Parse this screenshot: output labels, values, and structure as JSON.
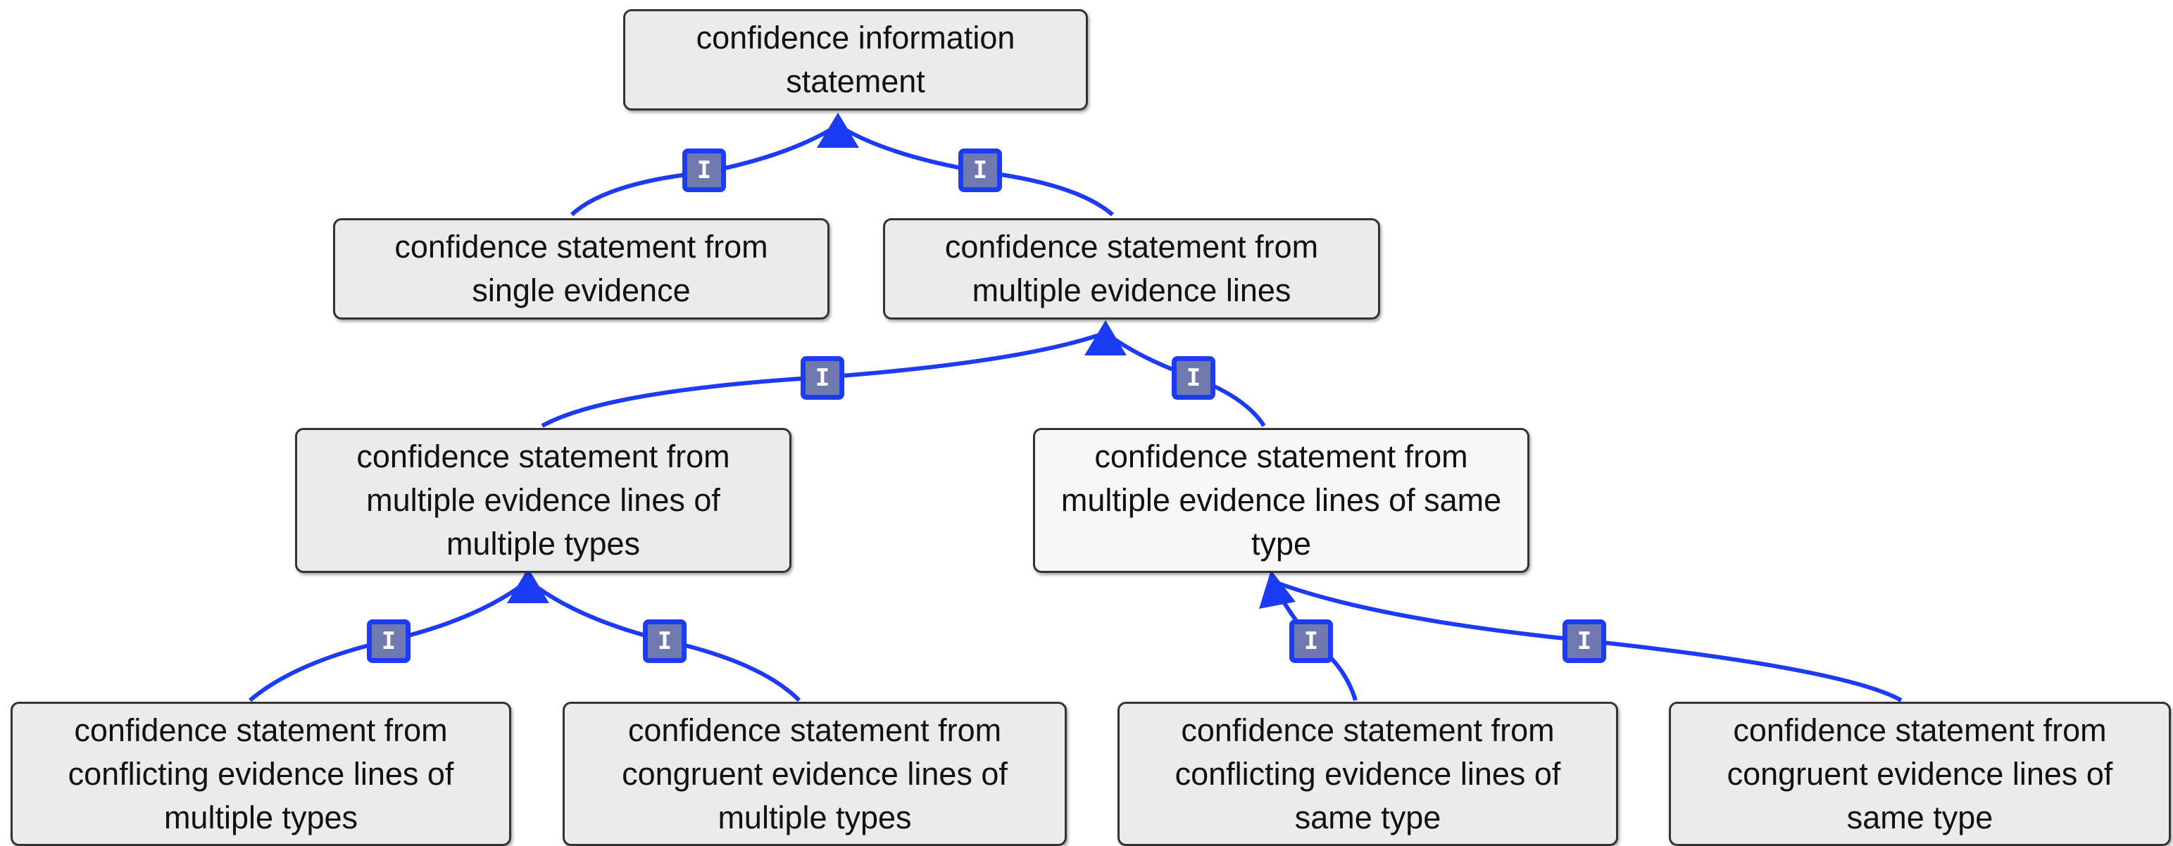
{
  "nodes": {
    "root": "confidence information statement",
    "single": "confidence statement from single evidence",
    "multiple": "confidence statement from multiple evidence lines",
    "multi_types": "confidence statement from multiple evidence lines of multiple types",
    "same_type": "confidence statement from multiple evidence lines of same type",
    "conflict_multi": "confidence statement from conflicting evidence lines of multiple types",
    "congruent_multi": "confidence statement from congruent evidence lines of multiple types",
    "conflict_same": "confidence statement from conflicting evidence lines of same type",
    "congruent_same": "confidence statement from congruent evidence lines of same type"
  },
  "edge_label": "I",
  "colors": {
    "edge": "#1b3cf4",
    "badge_fill": "#7079ad",
    "node_fill": "#ebebeb",
    "node_border": "#333333"
  }
}
